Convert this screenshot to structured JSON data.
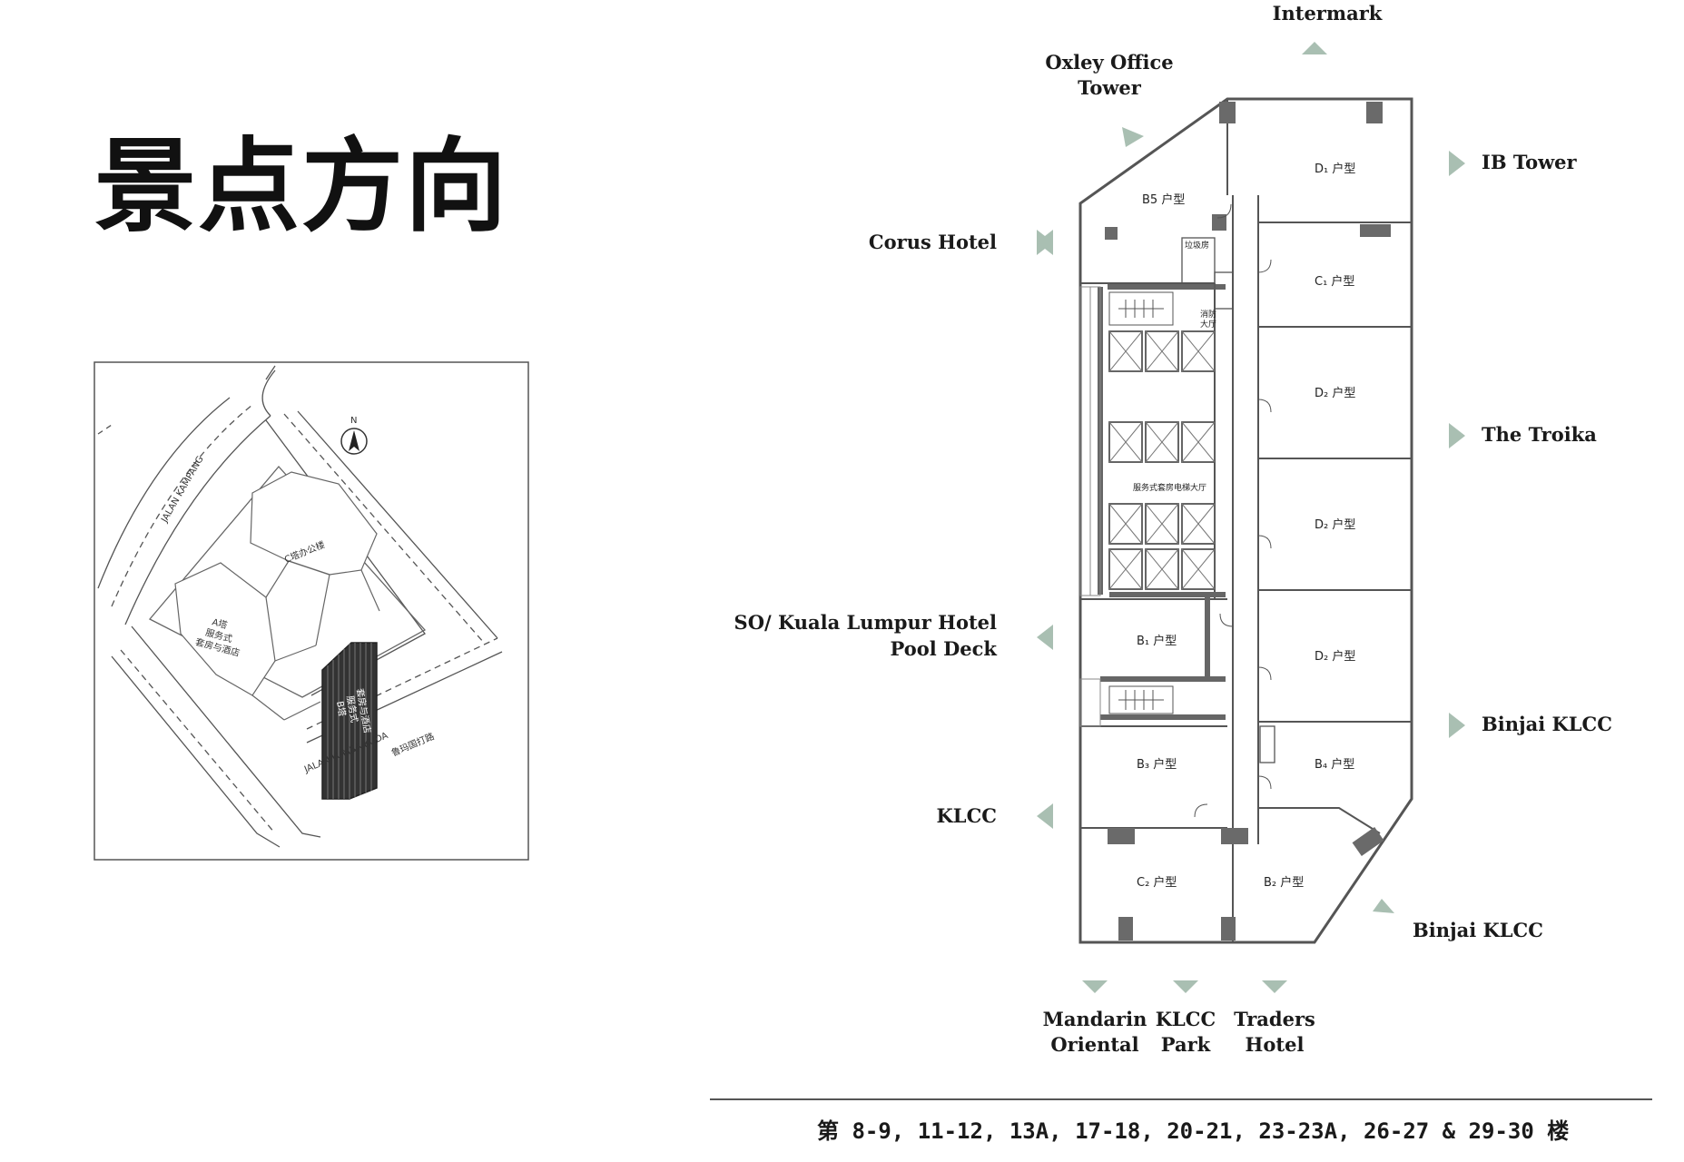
{
  "title": "景点方向",
  "colors": {
    "arrow": "#a9bfb2",
    "wall": "#555555",
    "core": "#6a6a6a",
    "tower_fill": "#333333"
  },
  "site_map": {
    "north": "N",
    "road_kampang": "JALAN KAMPANG",
    "road_lumba_kuda": "JALAN LUMBA KUDA",
    "road_lumba_kuda_cn": "鲁玛国打路",
    "tower_c": "C塔办公楼",
    "tower_a": [
      "A塔",
      "服务式",
      "套房与酒店"
    ],
    "tower_b": [
      "B塔",
      "服务式",
      "套房与酒店"
    ]
  },
  "landmarks": {
    "intermark": "Intermark",
    "oxley_1": "Oxley Office",
    "oxley_2": "Tower",
    "ib_tower": "IB Tower",
    "corus": "Corus Hotel",
    "troika": "The Troika",
    "so_1": "SO/ Kuala Lumpur Hotel",
    "so_2": "Pool Deck",
    "binjai_1": "Binjai KLCC",
    "klcc": "KLCC",
    "binjai_2": "Binjai KLCC",
    "mandarin_1": "Mandarin",
    "mandarin_2": "Oriental",
    "klcc_park_1": "KLCC",
    "klcc_park_2": "Park",
    "traders_1": "Traders",
    "traders_2": "Hotel"
  },
  "units": {
    "d1": "D₁ 户型",
    "b5": "B5 户型",
    "c1": "C₁ 户型",
    "d2a": "D₂ 户型",
    "d2b": "D₂ 户型",
    "d2c": "D₂ 户型",
    "b1": "B₁ 户型",
    "b3": "B₃ 户型",
    "b4": "B₄ 户型",
    "c2": "C₂ 户型",
    "b2": "B₂ 户型"
  },
  "rooms": {
    "garbage": "垃圾房",
    "fire_1": "消防",
    "fire_2": "大厅",
    "lift_lobby": "服务式套房电梯大厅"
  },
  "footer": "第 8-9, 11-12, 13A, 17-18, 20-21, 23-23A, 26-27 & 29-30 楼"
}
